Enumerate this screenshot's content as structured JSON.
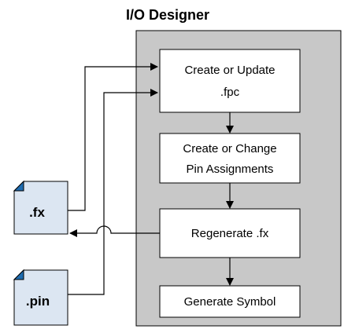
{
  "diagram": {
    "title": "I/O Designer",
    "process_boxes": [
      {
        "id": "create-update",
        "lines": [
          "Create or Update",
          ".fpc"
        ]
      },
      {
        "id": "create-change",
        "lines": [
          "Create or Change",
          "Pin Assignments"
        ]
      },
      {
        "id": "regenerate",
        "lines": [
          "Regenerate .fx"
        ]
      },
      {
        "id": "generate-symbol",
        "lines": [
          "Generate Symbol"
        ]
      }
    ],
    "files": [
      {
        "id": "fx",
        "label": ".fx"
      },
      {
        "id": "pin",
        "label": ".pin"
      }
    ],
    "colors": {
      "panel_fill": "#c8c8c8",
      "box_fill": "#ffffff",
      "file_fill": "#dce6f2",
      "file_corner": "#1f6cb0",
      "stroke": "#000000"
    }
  }
}
